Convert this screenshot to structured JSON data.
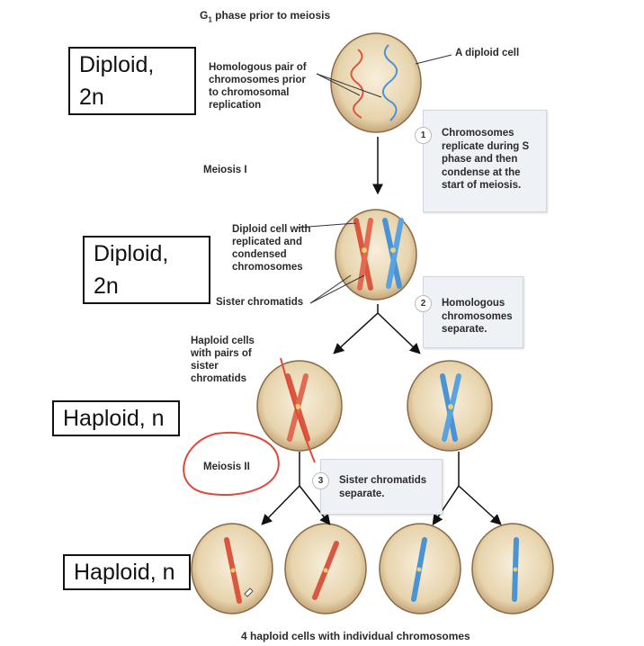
{
  "header": {
    "g1_phase": "G",
    "g1_sub": "1",
    "g1_rest": " phase prior to meiosis"
  },
  "labels": {
    "diploid_top": "Diploid, 2n",
    "diploid_mid": "Diploid, 2n",
    "haploid_mid": "Haploid, n",
    "haploid_bottom": "Haploid, n"
  },
  "annotations": {
    "diploid_cell": "A diploid cell",
    "homologous_pair": "Homologous pair of chromosomes prior to chromosomal replication",
    "meiosis_i": "Meiosis I",
    "replicated_cell": "Diploid cell with replicated and condensed chromosomes",
    "sister_chromatids": "Sister chromatids",
    "haploid_cells": "Haploid cells with pairs of sister chromatids",
    "meiosis_ii": "Meiosis II",
    "bottom_caption": "4 haploid cells with individual chromosomes"
  },
  "steps": [
    {
      "num": "1",
      "text": "Chromosomes replicate during S phase and then condense at the start of meiosis."
    },
    {
      "num": "2",
      "text": "Homologous chromosomes separate."
    },
    {
      "num": "3",
      "text": "Sister chromatids separate."
    }
  ],
  "colors": {
    "maternal": "#d9573f",
    "paternal": "#4a93d4",
    "centromere": "#f0d070",
    "cell_fill": "#e9d8b4",
    "cell_edge": "#8a6a44",
    "annotation_ink": "#e0483a"
  }
}
